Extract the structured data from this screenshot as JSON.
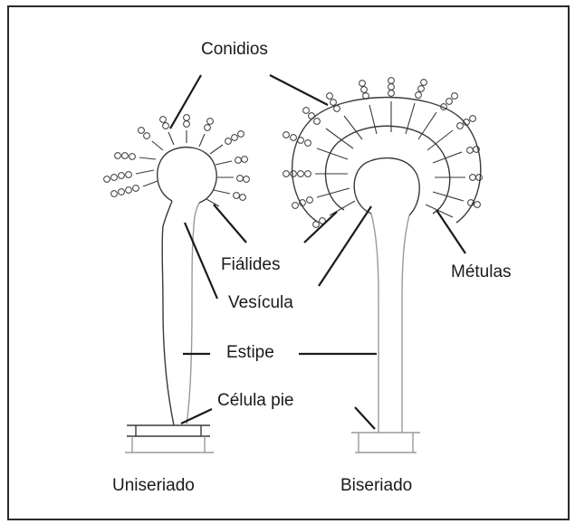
{
  "labels": {
    "conidios": "Conidios",
    "fialides": "Fiálides",
    "metulas": "Métulas",
    "vesicula": "Vesícula",
    "estipe": "Estipe",
    "celula_pie": "Célula pie"
  },
  "captions": {
    "left": "Uniseriado",
    "right": "Biseriado"
  },
  "colors": {
    "ink": "#1a1a1a",
    "drawing": "#3a3a3a",
    "faint": "#9a9a9a"
  }
}
